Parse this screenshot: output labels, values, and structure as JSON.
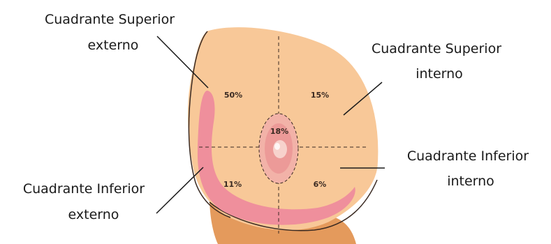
{
  "labels": {
    "upper_outer": [
      "Cuadrante Superior",
      "externo"
    ],
    "upper_inner": [
      "Cuadrante Superior",
      "interno"
    ],
    "lower_inner": [
      "Cuadrante Inferior",
      "interno"
    ],
    "lower_outer": [
      "Cuadrante Inferior",
      "externo"
    ]
  },
  "quadrant_values": {
    "upper_outer": "50%",
    "upper_inner": "15%",
    "center": "18%",
    "lower_outer": "11%",
    "lower_inner": "6%"
  },
  "colors": {
    "skin": "#f8c898",
    "skin_edge": "#3a2a22",
    "tissue": "#ef8f9c",
    "areola": "#f2b2a8",
    "shadow": "#e49a5c"
  }
}
